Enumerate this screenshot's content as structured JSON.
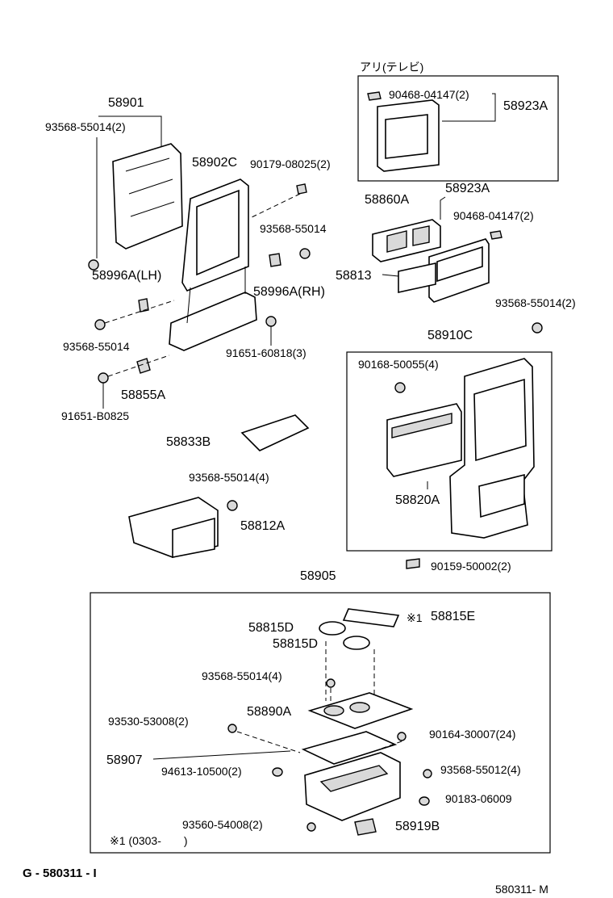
{
  "header_note": "アリ(テレビ)",
  "parts": {
    "p58901": "58901",
    "p93568_55014_2_a": "93568-55014(2)",
    "p58902C": "58902C",
    "p90179": "90179-08025(2)",
    "p93568_55014_a": "93568-55014",
    "p58996A_LH": "58996A(LH)",
    "p58996A_RH": "58996A(RH)",
    "p93568_55014_b": "93568-55014",
    "p91651_60818": "91651-60818(3)",
    "p58855A": "58855A",
    "p91651_B0825": "91651-B0825",
    "p90468_a": "90468-04147(2)",
    "p58923A_a": "58923A",
    "p58860A": "58860A",
    "p58923A_b": "58923A",
    "p90468_b": "90468-04147(2)",
    "p58813": "58813",
    "p93568_55014_2_b": "93568-55014(2)",
    "p58910C": "58910C",
    "p90168": "90168-50055(4)",
    "p58820A": "58820A",
    "p90159": "90159-50002(2)",
    "p58833B": "58833B",
    "p93568_55014_4_a": "93568-55014(4)",
    "p58812A": "58812A",
    "p58905": "58905",
    "p58815D_a": "58815D",
    "p58815D_b": "58815D",
    "p58815E": "58815E",
    "note_mark": "※1",
    "p93568_55014_4_b": "93568-55014(4)",
    "p58890A": "58890A",
    "p93530": "93530-53008(2)",
    "p90164": "90164-30007(24)",
    "p58907": "58907",
    "p94613": "94613-10500(2)",
    "p93568_55012": "93568-55012(4)",
    "p90183": "90183-06009",
    "p93560": "93560-54008(2)",
    "p58919B": "58919B",
    "footnote": "※1 (0303-　　)"
  },
  "footer": {
    "left_code": "G - 580311 - I",
    "right_code": "580311- M"
  }
}
